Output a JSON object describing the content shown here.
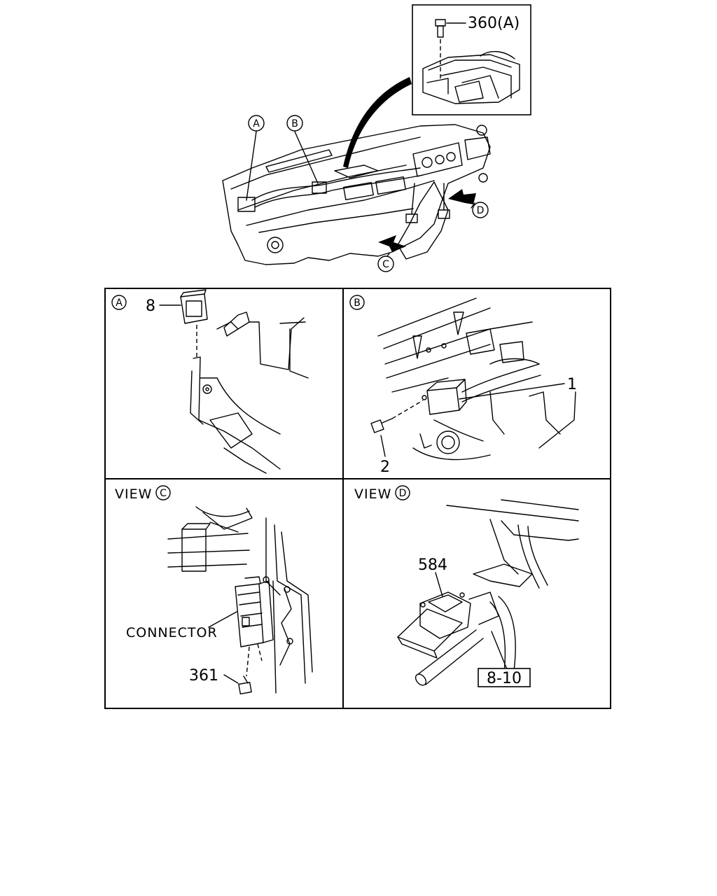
{
  "inset": {
    "part_label": "360(A)"
  },
  "overview": {
    "callout_a": "A",
    "callout_b": "B",
    "callout_c": "C",
    "callout_d": "D"
  },
  "panel_a": {
    "marker": "A",
    "part_label": "8"
  },
  "panel_b": {
    "marker": "B",
    "part_label_1": "1",
    "part_label_2": "2"
  },
  "panel_c": {
    "view_text": "VIEW",
    "marker": "C",
    "connector_label": "CONNECTOR",
    "part_label": "361"
  },
  "panel_d": {
    "view_text": "VIEW",
    "marker": "D",
    "part_label": "584",
    "ref_label": "8-10"
  }
}
